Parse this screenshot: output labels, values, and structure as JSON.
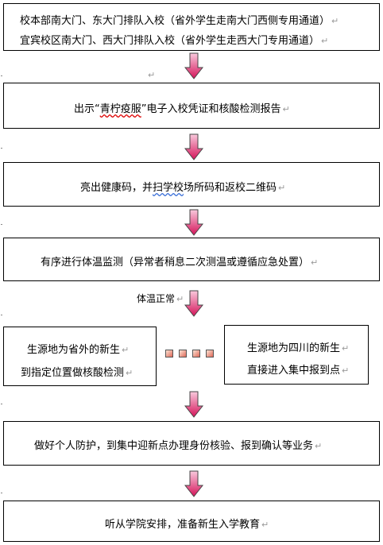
{
  "steps": {
    "s1": {
      "line1": "校本部南大门、东大门排队入校（省外学生走南大门西侧专用通道）",
      "line2": "宜宾校区南大门、西大门排队入校（省外学生走西大门专用通道）"
    },
    "s2": {
      "pre": "出示“",
      "mark": "青柠疫服",
      "post": "”电子入校凭证和核酸检测报告"
    },
    "s3": {
      "pre": "亮出健康码，并",
      "mark": "扫学校",
      "post": "场所码和返校二维码"
    },
    "s4": {
      "text": "有序进行体温监测（异常者稍息二次测温或遵循应急处置）"
    },
    "condition_label": "体温正常",
    "left_branch": {
      "line1": "生源地为省外的新生",
      "line2": "到指定位置做核酸检测"
    },
    "right_branch": {
      "line1": "生源地为四川的新生",
      "line2": "直接进入集中报到点"
    },
    "s6": {
      "text": "做好个人防护，到集中迎新点办理身份核验、报到确认等业务"
    },
    "s7": {
      "text": "听从学院安排，准备新生入学教育"
    }
  },
  "paragraph_mark": "↵",
  "colors": {
    "arrow_top": "#f9c9dc",
    "arrow_bottom": "#d4145a",
    "square_fill": "#e06a5a",
    "wavy_red": "#dd0000"
  }
}
